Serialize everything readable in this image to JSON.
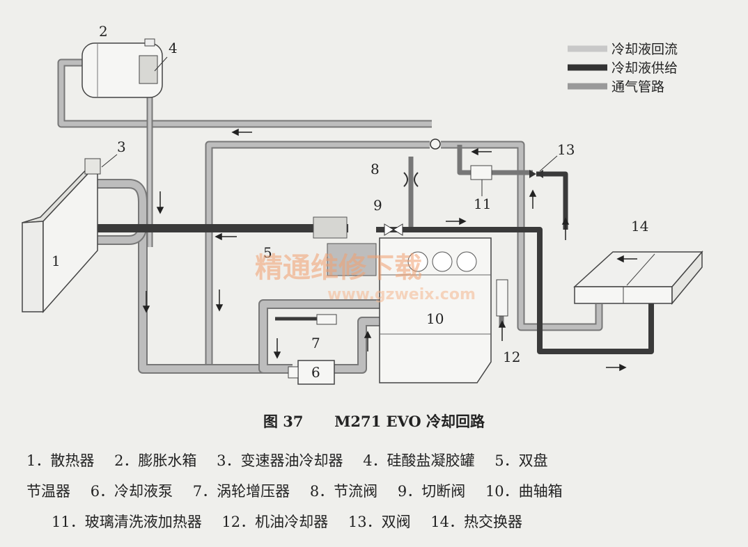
{
  "legend": {
    "return": "冷却液回流",
    "supply": "冷却液供给",
    "vent": "通气管路"
  },
  "labels": {
    "n1": "1",
    "n2": "2",
    "n3": "3",
    "n4": "4",
    "n5": "5",
    "n6": "6",
    "n7": "7",
    "n8": "8",
    "n9": "9",
    "n10": "10",
    "n11": "11",
    "n12": "12",
    "n13": "13",
    "n14": "14"
  },
  "watermark": {
    "cn": "精通维修下载",
    "url": "www.gzweix.com"
  },
  "caption": {
    "fig": "图 37",
    "title": "M271 EVO 冷却回路"
  },
  "items": [
    "1．散热器",
    "2．膨胀水箱",
    "3．变速器油冷却器",
    "4．硅酸盐凝胶罐",
    "5．双盘",
    "节温器",
    "6．冷却液泵",
    "7．涡轮增压器",
    "8．节流阀",
    "9．切断阀",
    "10．曲轴箱",
    "11．玻璃清洗液加热器",
    "12．机油冷却器",
    "13．双阀",
    "14．热交换器"
  ],
  "colors": {
    "return": "#a9a9a9",
    "supply": "#3a3a3a",
    "vent": "#8a8a8a"
  }
}
